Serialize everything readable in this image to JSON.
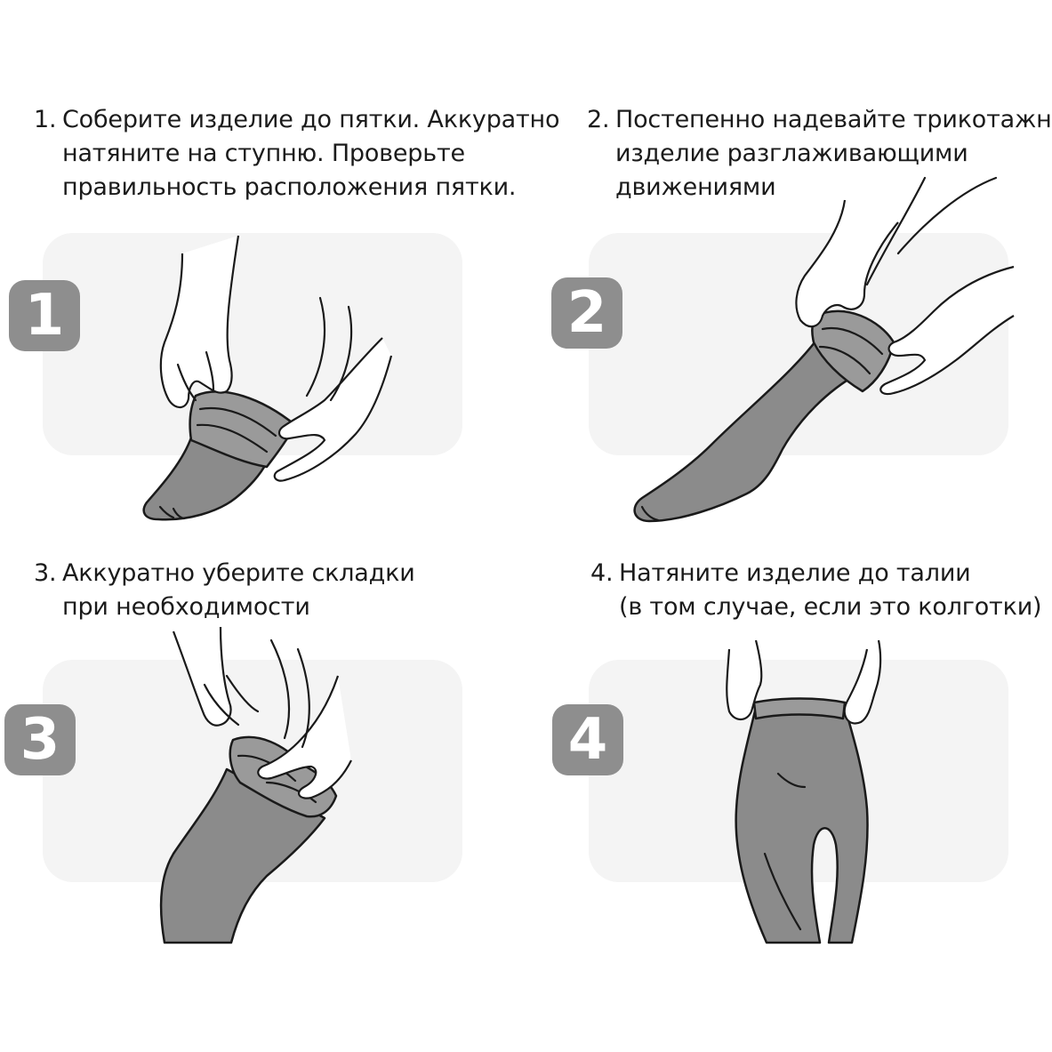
{
  "steps": [
    {
      "badge": "1",
      "number": "1.",
      "lines": [
        "Соберите изделие до пятки. Аккуратно",
        "натяните на ступню. Проверьте",
        "правильность расположения пятки."
      ]
    },
    {
      "badge": "2",
      "number": "2.",
      "lines": [
        "Постепенно надевайте трикотажное",
        "изделие разглаживающими",
        "движениями"
      ]
    },
    {
      "badge": "3",
      "number": "3.",
      "lines": [
        "Аккуратно уберите складки",
        "при необходимости"
      ]
    },
    {
      "badge": "4",
      "number": "4.",
      "lines": [
        "Натяните изделие до талии",
        "(в том случае, если это колготки)"
      ]
    }
  ],
  "colors": {
    "panel": "#f4f4f4",
    "badge": "#8e8e8e",
    "garment": "#8b8b8b",
    "outline": "#1a1a1a"
  },
  "illustrations": [
    "hands-pulling-sock-onto-foot",
    "hands-smoothing-stocking-up-leg",
    "hands-adjusting-sock-folds",
    "hands-pulling-tights-to-waist"
  ]
}
